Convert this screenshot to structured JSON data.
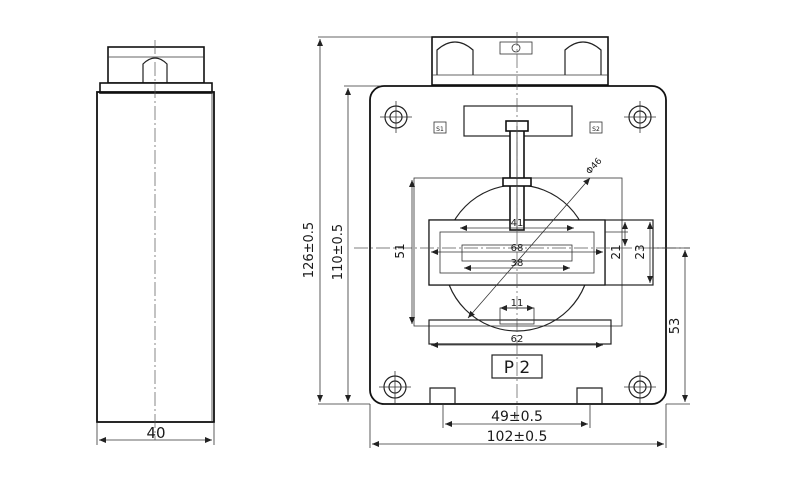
{
  "side_view": {
    "width_label": "40"
  },
  "front_view": {
    "height_outer_label": "126±0.5",
    "height_inner_label": "110±0.5",
    "window_height_label": "51",
    "width_bottom_label": "102±0.5",
    "mount_spacing_label": "49±0.5",
    "window_width_label": "62",
    "busbar_width_label": "68",
    "busbar_inner_label": "38",
    "slot_width_label": "41",
    "gap_label": "11",
    "diameter_label": "Φ46",
    "right_dim_21": "21",
    "right_dim_23": "23",
    "right_dim_53": "53",
    "nameplate_label": "P 2",
    "terminal_mark_left": "S1",
    "terminal_mark_right": "S2"
  }
}
